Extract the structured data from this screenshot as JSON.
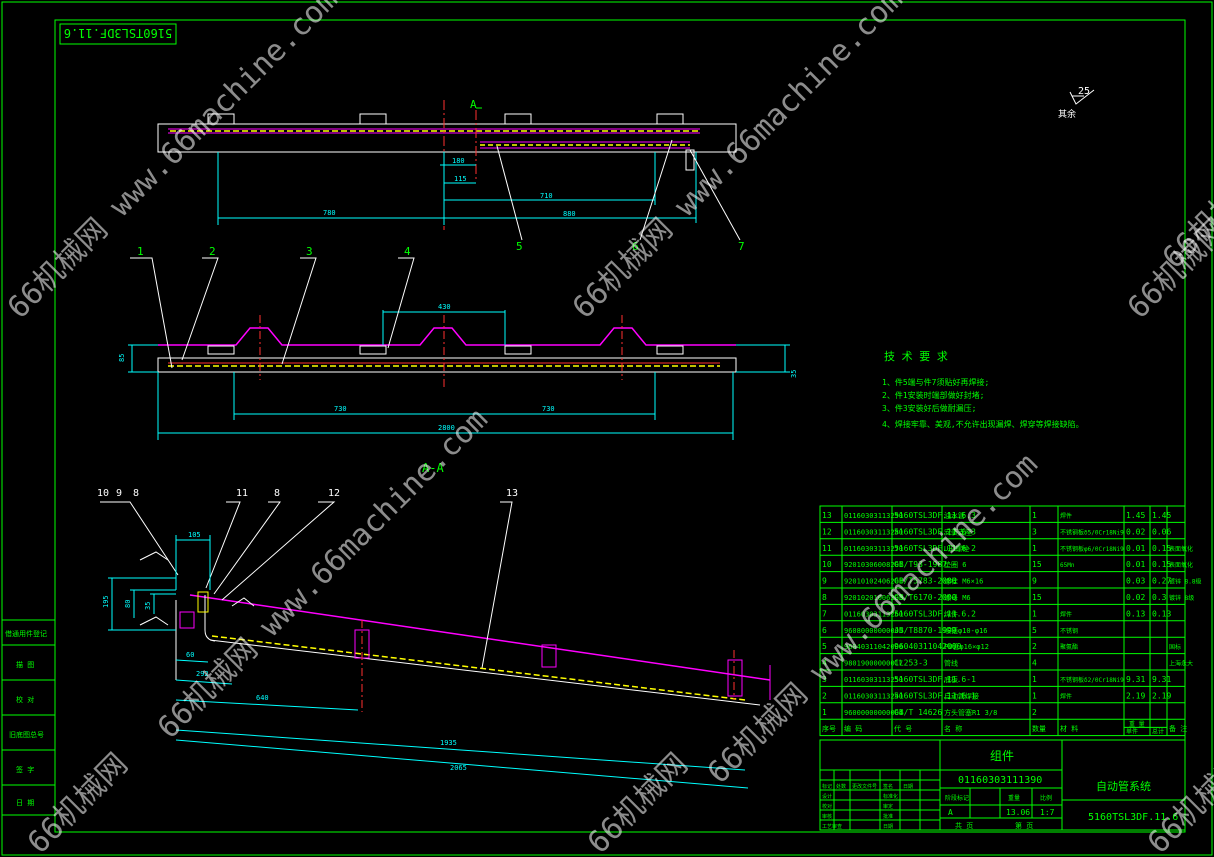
{
  "drawing": {
    "code_box": "5160TSL3DF.11.6",
    "view_label": "A",
    "section_label": "A-A",
    "surface_roughness": {
      "value": "25",
      "label": "其余"
    },
    "colors": {
      "frame": "#00ff00",
      "line": "#ffffff",
      "pipe": "#ff00ff",
      "weld": "#ffff00",
      "red": "#ff3030",
      "dim": "#00ffff",
      "text": "#00ff00"
    },
    "top_view": {
      "dims": {
        "d180": "180",
        "d115": "115",
        "d780": "780",
        "d710": "710",
        "d880": "880"
      },
      "balloons": [
        "5",
        "6",
        "7"
      ]
    },
    "middle_view": {
      "dims": {
        "d430": "430",
        "d730a": "730",
        "d730b": "730",
        "d2800": "2800",
        "d85": "85",
        "d35": "35"
      },
      "balloons": [
        "1",
        "2",
        "3",
        "4"
      ]
    },
    "section_view": {
      "balloons": [
        "10",
        "9",
        "8",
        "11",
        "8",
        "12",
        "13"
      ],
      "dims": {
        "d105": "105",
        "d195": "195",
        "d80": "80",
        "d35": "35",
        "d60": "60",
        "d292": "292",
        "d640": "640",
        "d1935": "1935",
        "d2065": "2065"
      }
    },
    "tech_req": {
      "title": "技 术 要 求",
      "items": [
        "1、件5端与件7须贴好再焊接;",
        "2、件1安装时端部做好封堵;",
        "3、件3安装好后做耐漏压;",
        "4、焊接牢靠、美观,不允许出现漏焊、焊穿等焊接缺陷。"
      ]
    },
    "left_panel": [
      "借通用件登记",
      "描 图",
      "校 对",
      "旧底图总号",
      "签 字",
      "日 期"
    ],
    "bom": {
      "rows": [
        [
          "13",
          "01160303113290",
          "5160TSL3DF.11.6.3",
          "油水管",
          "1",
          "焊件",
          "1.45",
          "1.45",
          ""
        ],
        [
          "12",
          "01160303113280",
          "5160TSL3DF.11.6-3",
          "安装支座",
          "3",
          "不锈钢板δ5/0Cr18Ni9",
          "0.02",
          "0.06",
          ""
        ],
        [
          "11",
          "01160303113270",
          "5160TSL3DF.11.6-2",
          "U形螺栓",
          "1",
          "不锈钢板φ6/0Cr18Ni9",
          "0.01",
          "0.15",
          "表面氧化"
        ],
        [
          "10",
          "92010306008201",
          "GB/T93-1987",
          "垫圈 6",
          "15",
          "65Mn",
          "0.01",
          "0.15",
          "表面氧化"
        ],
        [
          "9",
          "92010102406201",
          "GB/T5783-2000",
          "螺栓 M6×16",
          "9",
          "",
          "0.03",
          "0.27",
          "镀锌 8.8级"
        ],
        [
          "8",
          "92010201006203",
          "GB/T6170-2000",
          "螺母 M6",
          "15",
          "",
          "0.02",
          "0.3",
          "镀锌 8级"
        ],
        [
          "7",
          "01160303113260",
          "5160TSL3DF.11.6.2",
          "焊件",
          "1",
          "焊件",
          "0.13",
          "0.13",
          ""
        ],
        [
          "6",
          "96080000000005",
          "JB/T8870-1999",
          "喉箍φ10-φ16",
          "5",
          "不锈钢",
          "",
          "",
          ""
        ],
        [
          "5",
          "96040311042000",
          "96040311042000",
          "PU管φ16×φ12",
          "2",
          "聚氨酯",
          "",
          "",
          "国标"
        ],
        [
          "4",
          "98019000000017",
          "CL253-3",
          "管线",
          "4",
          "",
          "",
          "",
          "上海永大"
        ],
        [
          "3",
          "01160303113250",
          "5160TSL3DF.11.6-1",
          "底板",
          "1",
          "不锈钢板δ2/0Cr18Ni9",
          "9.31",
          "9.31",
          ""
        ],
        [
          "2",
          "01160303113240",
          "5160TSL3DF.11.6.1",
          "自动管焊接",
          "1",
          "焊件",
          "2.19",
          "2.19",
          ""
        ],
        [
          "1",
          "96000000000004",
          "GB/T 14626",
          "方头管塞R1 3/8",
          "2",
          "",
          "",
          "",
          ""
        ]
      ],
      "header": [
        "序号",
        "编 码",
        "代 号",
        "名 称",
        "数量",
        "材 料",
        "单件",
        "总计",
        "备 注"
      ],
      "weight_header": "重 量"
    },
    "title_block": {
      "part_type": "组件",
      "part_code": "01160303111390",
      "part_name": "自动管系统",
      "drawing_no": "5160TSL3DF.11.6",
      "stage": "A",
      "weight": "13.06",
      "scale": "1:7",
      "sheet": "共 页",
      "sheet_of": "第 页",
      "rev_headers": [
        "标记",
        "处数",
        "更改文件号",
        "签名",
        "日期"
      ],
      "roles": [
        "设计",
        "校对",
        "审核",
        "工艺审查"
      ],
      "roles2": [
        "标准化",
        "审定",
        "批准",
        "日期"
      ],
      "stage_headers": [
        "阶段标记",
        "重量",
        "比例"
      ]
    },
    "watermarks": [
      "66机械网 www.66machine.com",
      "66机械网 www.66machine.com",
      "66机械网 www.66machine.com",
      "66机械网 www.66machine.com",
      "66机械网 www.66machine.com",
      "66机械网",
      "66机械网",
      "66机械网",
      "66机械网"
    ]
  }
}
